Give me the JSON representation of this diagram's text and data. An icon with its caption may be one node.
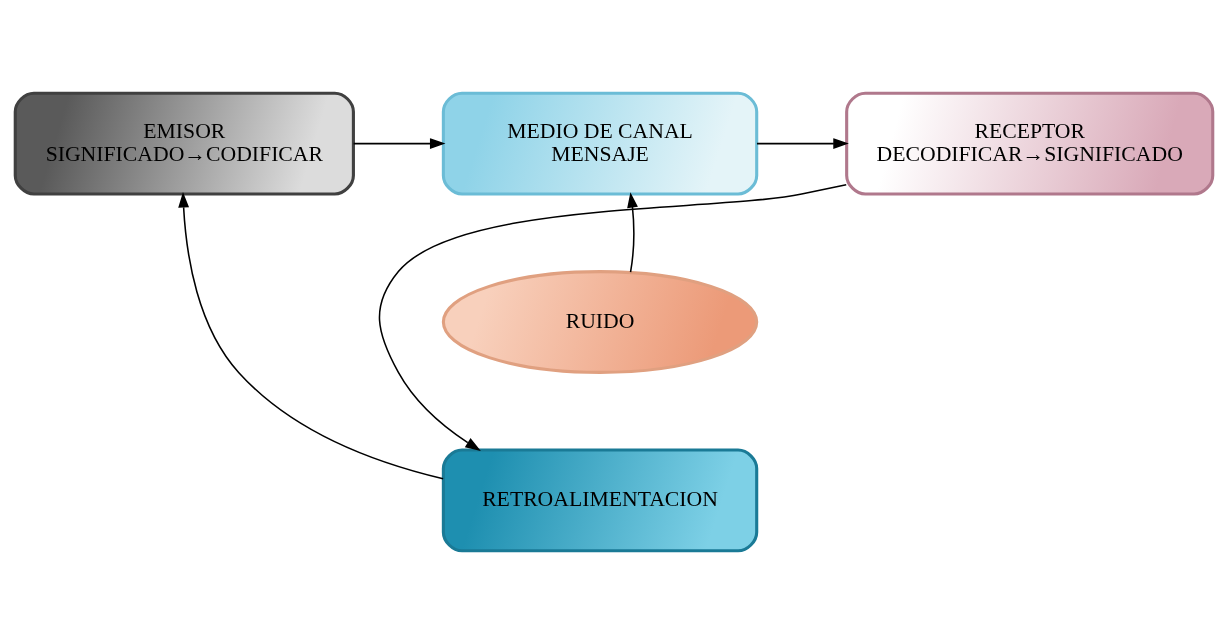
{
  "diagram": {
    "nodes": [
      {
        "text": [
          "EMISOR",
          "SIGNIFICADO→CODIFICAR"
        ]
      },
      {
        "text": [
          "MEDIO DE CANAL",
          "MENSAJE"
        ]
      },
      {
        "text": [
          "RECEPTOR",
          "DECODIFICAR→SIGNIFICADO"
        ]
      },
      {
        "text": [
          "RUIDO"
        ]
      },
      {
        "text": [
          "RETROALIMENTACION"
        ]
      }
    ],
    "edges": [
      {
        "from": 0,
        "to": 1,
        "arrow": "to"
      },
      {
        "from": 1,
        "to": 2,
        "arrow": "to"
      },
      {
        "from": 3,
        "to": 1,
        "arrow": "to"
      },
      {
        "from": 2,
        "to": 4,
        "arrow": "to"
      },
      {
        "from": 4,
        "to": 0,
        "arrow": "to"
      }
    ]
  }
}
